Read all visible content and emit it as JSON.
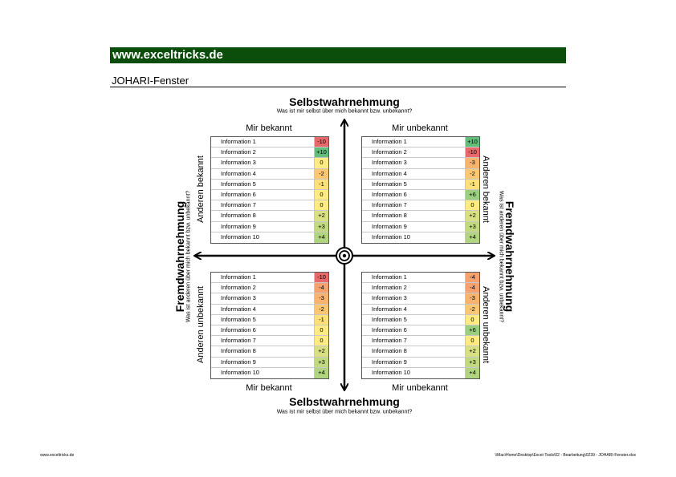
{
  "header": {
    "banner": "www.exceltricks.de",
    "title": "JOHARI-Fenster"
  },
  "axes": {
    "top_title": "Selbstwahrnehmung",
    "top_sub": "Was ist mir selbst über mich bekannt bzw. unbekannt?",
    "bottom_title": "Selbstwahrnehmung",
    "bottom_sub": "Was ist mir selbst über mich bekannt bzw. unbekannt?",
    "left_title": "Fremdwahrnehmung",
    "left_sub": "Was ist anderen über mich bekannt bzw. unbekannt?",
    "right_title": "Fremdwahrnehmung",
    "right_sub": "Was ist anderen über mich bekannt bzw. unbekannt?"
  },
  "labels": {
    "top_left": "Mir bekannt",
    "top_right": "Mir unbekannt",
    "bottom_left": "Mir bekannt",
    "bottom_right": "Mir unbekannt",
    "left_top": "Anderen bekannt",
    "left_bottom": "Anderen unbekannt",
    "right_top": "Anderen bekannt",
    "right_bottom": "Anderen unbekannt"
  },
  "colors": {
    "banner_bg": "#0b4d0b",
    "scale": {
      "-10": "#e8696b",
      "-4": "#f5a26e",
      "-3": "#f8b36f",
      "-2": "#fbc772",
      "-1": "#fde079",
      "0": "#ffeb84",
      "+2": "#d9e081",
      "+3": "#c2da7f",
      "+4": "#b1d480",
      "+6": "#9ccf7d",
      "+10": "#63be7b"
    }
  },
  "quadrants": {
    "top_left": [
      {
        "name": "Information 1",
        "value": "-10"
      },
      {
        "name": "Information 2",
        "value": "+10"
      },
      {
        "name": "Information 3",
        "value": "0"
      },
      {
        "name": "Information 4",
        "value": "-2"
      },
      {
        "name": "Information 5",
        "value": "-1"
      },
      {
        "name": "Information 6",
        "value": "0"
      },
      {
        "name": "Information 7",
        "value": "0"
      },
      {
        "name": "Information 8",
        "value": "+2"
      },
      {
        "name": "Information 9",
        "value": "+3"
      },
      {
        "name": "Information 10",
        "value": "+4"
      }
    ],
    "top_right": [
      {
        "name": "Information 1",
        "value": "+10"
      },
      {
        "name": "Information 2",
        "value": "-10"
      },
      {
        "name": "Information 3",
        "value": "-3"
      },
      {
        "name": "Information 4",
        "value": "-2"
      },
      {
        "name": "Information 5",
        "value": "-1"
      },
      {
        "name": "Information 6",
        "value": "+6"
      },
      {
        "name": "Information 7",
        "value": "0"
      },
      {
        "name": "Information 8",
        "value": "+2"
      },
      {
        "name": "Information 9",
        "value": "+3"
      },
      {
        "name": "Information 10",
        "value": "+4"
      }
    ],
    "bottom_left": [
      {
        "name": "Information 1",
        "value": "-10"
      },
      {
        "name": "Information 2",
        "value": "-4"
      },
      {
        "name": "Information 3",
        "value": "-3"
      },
      {
        "name": "Information 4",
        "value": "-2"
      },
      {
        "name": "Information 5",
        "value": "-1"
      },
      {
        "name": "Information 6",
        "value": "0"
      },
      {
        "name": "Information 7",
        "value": "0"
      },
      {
        "name": "Information 8",
        "value": "+2"
      },
      {
        "name": "Information 9",
        "value": "+3"
      },
      {
        "name": "Information 10",
        "value": "+4"
      }
    ],
    "bottom_right": [
      {
        "name": "Information 1",
        "value": "-4"
      },
      {
        "name": "Information 2",
        "value": "-4"
      },
      {
        "name": "Information 3",
        "value": "-3"
      },
      {
        "name": "Information 4",
        "value": "-2"
      },
      {
        "name": "Information 5",
        "value": "0"
      },
      {
        "name": "Information 6",
        "value": "+6"
      },
      {
        "name": "Information 7",
        "value": "0"
      },
      {
        "name": "Information 8",
        "value": "+2"
      },
      {
        "name": "Information 9",
        "value": "+3"
      },
      {
        "name": "Information 10",
        "value": "+4"
      }
    ]
  },
  "footer": {
    "left": "www.exceltricks.de",
    "right": "\\\\Mac\\Home\\Desktop\\Excel-Tools\\02 - Bearbeitung\\0239 - JOHARI-Fenster.xlsx"
  }
}
